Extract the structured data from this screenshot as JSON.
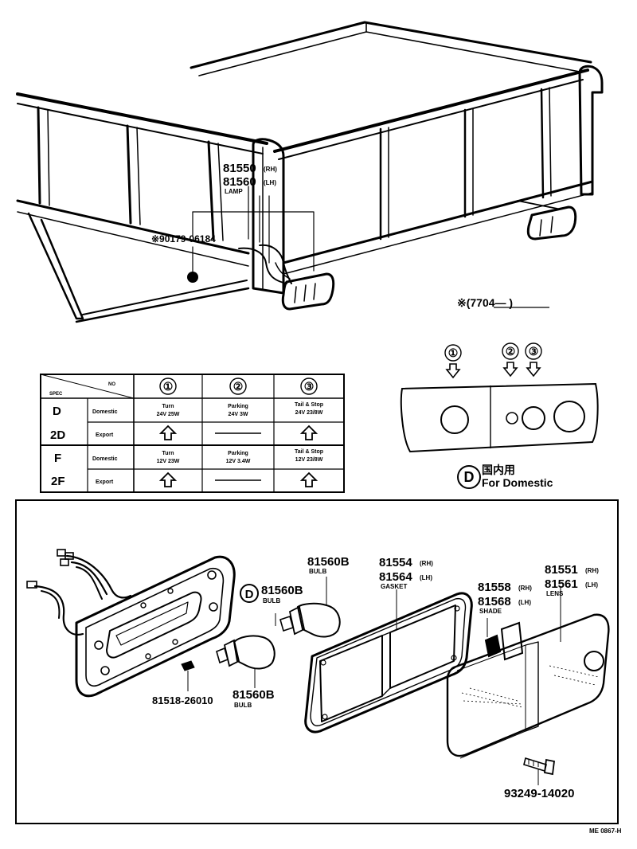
{
  "top": {
    "lamp": {
      "pn_rh": "81550",
      "rh": "(RH)",
      "pn_lh": "81560",
      "lh": "(LH)",
      "name": "LAMP"
    },
    "screw": "※90179-06184",
    "note": "※(7704—      )"
  },
  "table": {
    "header_no": "NO",
    "header_spec": "SPEC",
    "columns": [
      "①",
      "②",
      "③"
    ],
    "rows": [
      {
        "spec": "D",
        "market": "Domestic",
        "c1": [
          "Turn",
          "24V 25W"
        ],
        "c2": [
          "Parking",
          "24V 3W"
        ],
        "c3": [
          "Tail & Stop",
          "24V 23/8W"
        ]
      },
      {
        "spec": "2D",
        "market": "Export",
        "c1": "⇧",
        "c2": "—",
        "c3": "⇧"
      },
      {
        "spec": "F",
        "market": "Domestic",
        "c1": [
          "Turn",
          "12V 23W"
        ],
        "c2": [
          "Parking",
          "12V 3.4W"
        ],
        "c3": [
          "Tail & Stop",
          "12V 23/8W"
        ]
      },
      {
        "spec": "2F",
        "market": "Export",
        "c1": "⇧",
        "c2": "—",
        "c3": "⇧"
      }
    ]
  },
  "lens_view": {
    "markers": [
      "①",
      "②",
      "③"
    ],
    "d_mark": "D",
    "domestic_jp": "国内用",
    "domestic_en": "For  Domestic"
  },
  "exploded": {
    "bulb_top": {
      "pn": "81560B",
      "name": "BULB"
    },
    "bulb_d": {
      "mark": "D",
      "pn": "81560B",
      "name": "BULB"
    },
    "bulb_bottom": {
      "pn": "81560B",
      "name": "BULB"
    },
    "grommet": {
      "pn": "81518-26010"
    },
    "gasket": {
      "pn_rh": "81554",
      "rh": "(RH)",
      "pn_lh": "81564",
      "lh": "(LH)",
      "name": "GASKET"
    },
    "shade": {
      "pn_rh": "81558",
      "rh": "(RH)",
      "pn_lh": "81568",
      "lh": "(LH)",
      "name": "SHADE"
    },
    "lens": {
      "pn_rh": "81551",
      "rh": "(RH)",
      "pn_lh": "81561",
      "lh": "(LH)",
      "name": "LENS"
    },
    "screw": {
      "pn": "93249-14020"
    }
  },
  "footer_code": "ME 0867-H"
}
